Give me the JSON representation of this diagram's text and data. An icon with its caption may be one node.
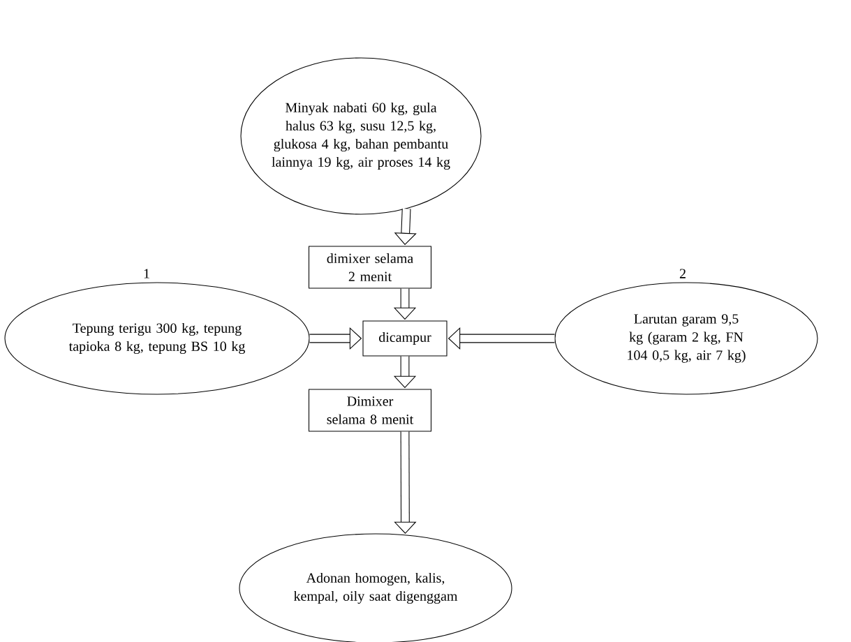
{
  "diagram": {
    "nodes": [
      {
        "text": [
          "Minyak nabati 60 kg, gula halus 63 kg, susu 12,5 kg, glukosa 4 kg, bahan pembantu lainnya 19 kg, air proses 14 kg"
        ]
      },
      {
        "text": [
          "dimixer selama 2 menit"
        ]
      },
      {
        "text": [
          "Tepung terigu 300 kg, tepung tapioka 8 kg, tepung BS 10 kg"
        ],
        "beside": [
          "1"
        ]
      },
      {
        "text": [
          "dicampur"
        ]
      },
      {
        "text": [
          "Larutan garam 9,5 kg (garam 2 kg, FN 104 0,5 kg, air 7 kg)"
        ],
        "beside": [
          "2"
        ]
      },
      {
        "text": [
          "Dimixer selama 8  menit"
        ]
      },
      {
        "text": [
          "Adonan homogen, kalis, kempal, oily saat digenggam"
        ]
      }
    ],
    "edges": [
      {
        "from": 0,
        "to": 1,
        "arrow": "to"
      },
      {
        "from": 1,
        "to": 3,
        "arrow": "to"
      },
      {
        "from": 2,
        "to": 3,
        "arrow": "to"
      },
      {
        "from": 4,
        "to": 3,
        "arrow": "to"
      },
      {
        "from": 3,
        "to": 5,
        "arrow": "to"
      },
      {
        "from": 5,
        "to": 6,
        "arrow": "to"
      }
    ]
  }
}
